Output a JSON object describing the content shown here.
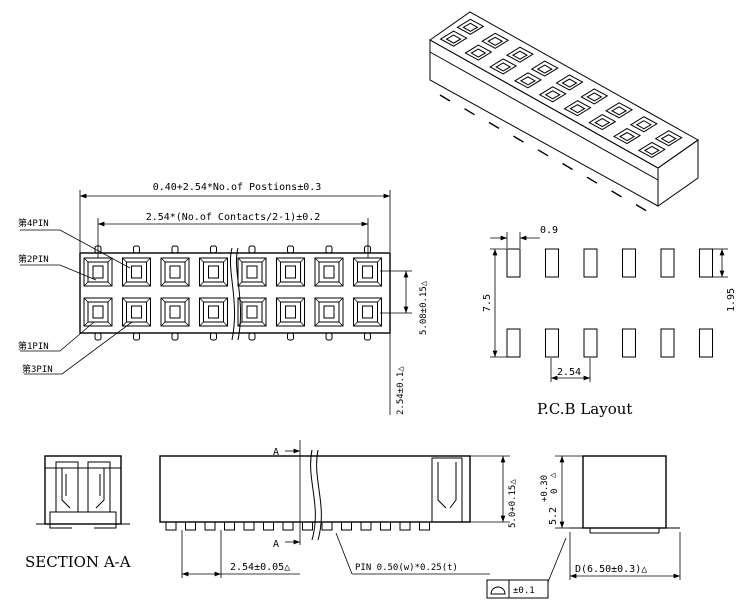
{
  "top_view": {
    "overall_dim": "0.40+2.54*No.of Postions±0.3",
    "contacts_dim": "2.54*(No.of Contacts/2-1)±0.2",
    "row_spacing_dim": "5.08±0.15△",
    "pin_pitch_dim": "2.54±0.1△",
    "pin4_label": "第4PIN",
    "pin2_label": "第2PIN",
    "pin1_label": "第1PIN",
    "pin3_label": "第3PIN"
  },
  "pcb_layout": {
    "title": "P.C.B Layout",
    "pad_width_dim": "0.9",
    "row_distance_dim": "7.5",
    "pad_length_dim": "1.95",
    "pad_pitch_dim": "2.54"
  },
  "side_view": {
    "section_marker": "A",
    "pitch_dim": "2.54±0.05△",
    "pin_dim": "PIN 0.50(w)*0.25(t)",
    "height_dim": "5.0+0.15△"
  },
  "section": {
    "title": "SECTION A-A"
  },
  "end_view": {
    "height_dim_main": "5.2",
    "height_tol_plus": "+0.30",
    "height_tol_minus": "0",
    "height_mark": "△",
    "depth_dim": "D(6.50±0.3)△",
    "flatness_value": "±0.1"
  }
}
